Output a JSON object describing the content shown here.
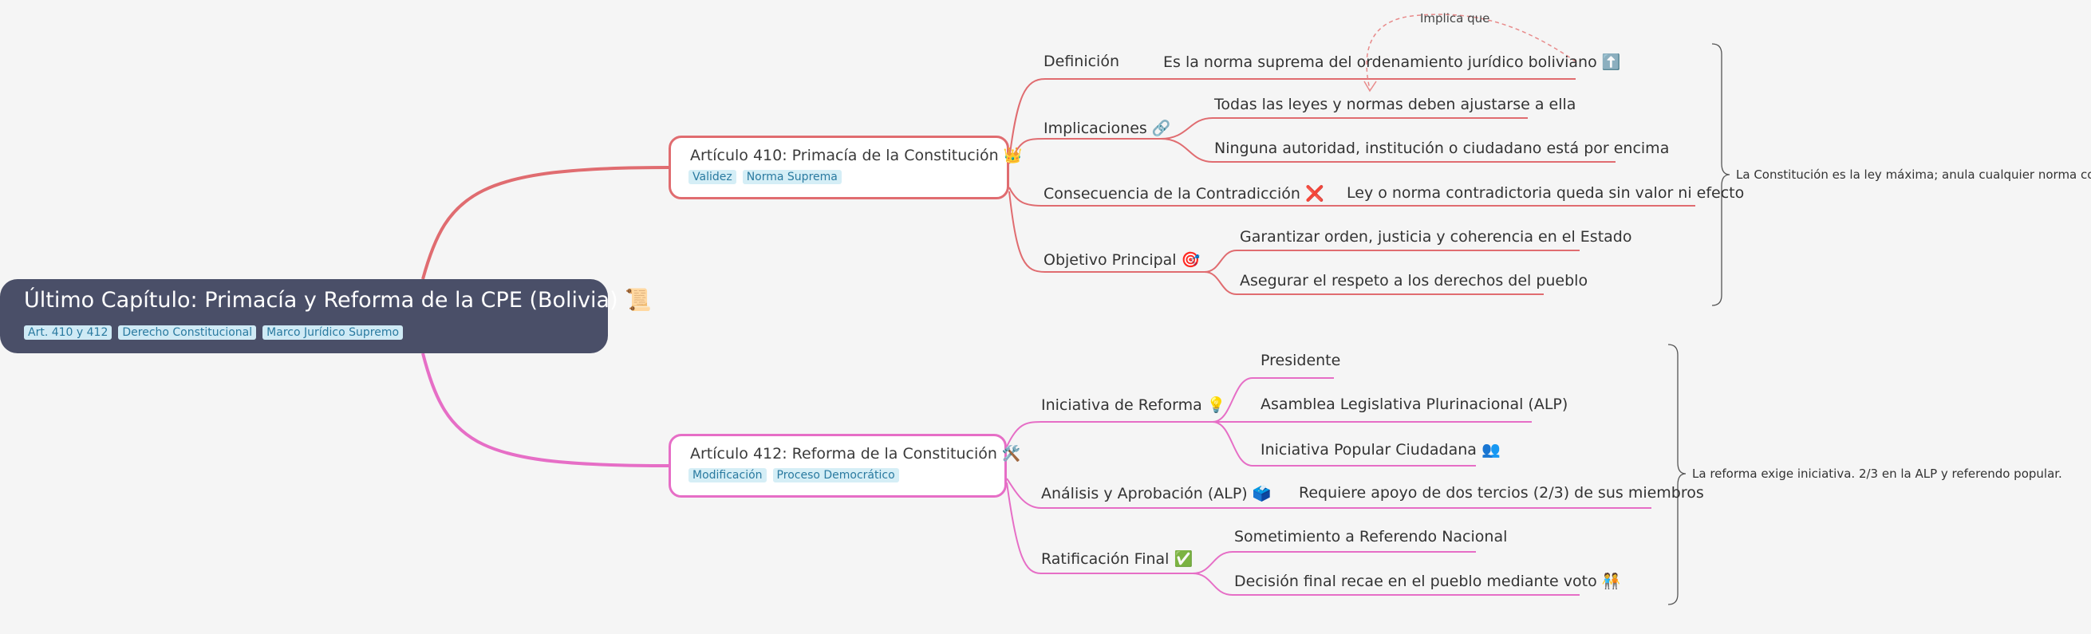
{
  "root": {
    "title": "Último Capítulo: Primacía y Reforma de la CPE (Bolivia) 📜",
    "tags": [
      "Art. 410 y 412",
      "Derecho Constitucional",
      "Marco Jurídico Supremo"
    ]
  },
  "art410": {
    "title": "Artículo 410: Primacía de la Constitución 👑",
    "tags": [
      "Validez",
      "Norma Suprema"
    ],
    "branches": {
      "definicion": {
        "label": "Definición",
        "leaves": [
          "Es la norma suprema del ordenamiento jurídico boliviano ⬆️"
        ]
      },
      "implicaciones": {
        "label": "Implicaciones 🔗",
        "leaves": [
          "Todas las leyes y normas deben ajustarse a ella",
          "Ninguna autoridad, institución o ciudadano está por encima"
        ]
      },
      "consecuencia": {
        "label": "Consecuencia de la Contradicción ❌",
        "leaves": [
          "Ley o norma contradictoria queda sin valor ni efecto"
        ]
      },
      "objetivo": {
        "label": "Objetivo Principal 🎯",
        "leaves": [
          "Garantizar orden, justicia y coherencia en el Estado",
          "Asegurar el respeto a los derechos del pueblo"
        ]
      }
    },
    "summary": "La Constitución es la ley máxima; anula cualquier norma contr"
  },
  "art412": {
    "title": "Artículo 412: Reforma de la Constitución 🛠️",
    "tags": [
      "Modificación",
      "Proceso Democrático"
    ],
    "branches": {
      "iniciativa": {
        "label": "Iniciativa de Reforma 💡",
        "leaves": [
          "Presidente",
          "Asamblea Legislativa Plurinacional (ALP)",
          "Iniciativa Popular Ciudadana 👥"
        ]
      },
      "analisis": {
        "label": "Análisis y Aprobación (ALP) 🗳️",
        "leaves": [
          "Requiere apoyo de dos tercios (2/3) de sus miembros"
        ]
      },
      "ratificacion": {
        "label": "Ratificación Final ✅",
        "leaves": [
          "Sometimiento a Referendo Nacional",
          "Decisión final recae en el pueblo mediante voto 🧑‍🤝‍🧑"
        ]
      }
    },
    "summary": "La reforma exige iniciativa. 2/3 en la ALP y referendo popular."
  },
  "relationship": {
    "label": "Implica que"
  },
  "colors": {
    "root_bg": "#4a4f68",
    "art410_line": "#e06c70",
    "art412_line": "#e66ec6",
    "tag_bg": "#d5eef6",
    "tag_text": "#2a7aa0",
    "relation_line": "#e88a8a",
    "bracket": "#555555"
  }
}
